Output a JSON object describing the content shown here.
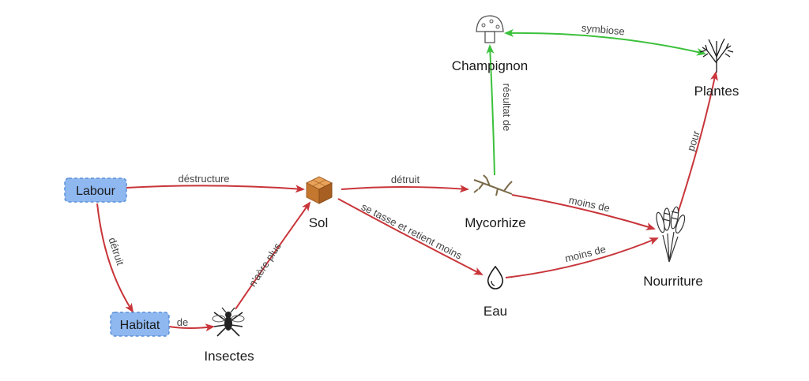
{
  "colors": {
    "relation": "#c8353a",
    "symbiosis": "#3cc13c",
    "box_fill": "#8fb8f0",
    "box_stroke": "#5a8fd8"
  },
  "nodes": {
    "labour": {
      "label": "Labour"
    },
    "habitat": {
      "label": "Habitat"
    },
    "insectes": {
      "label": "Insectes",
      "icon": "insect-icon"
    },
    "sol": {
      "label": "Sol",
      "icon": "soil-block-icon"
    },
    "mycorhize": {
      "label": "Mycorhize",
      "icon": "root-branch-icon"
    },
    "champignon": {
      "label": "Champignon",
      "icon": "mushroom-icon"
    },
    "eau": {
      "label": "Eau",
      "icon": "water-drop-icon"
    },
    "nourriture": {
      "label": "Nourriture",
      "icon": "wheat-icon"
    },
    "plantes": {
      "label": "Plantes",
      "icon": "tree-icon"
    }
  },
  "edges": {
    "labour_sol": {
      "label": "déstructure"
    },
    "labour_habitat": {
      "label": "détruit"
    },
    "habitat_insectes": {
      "label": "de"
    },
    "insectes_sol": {
      "label": "n'aère plus"
    },
    "sol_mycorhize": {
      "label": "détruit"
    },
    "sol_eau": {
      "label": "se tasse et retient moins"
    },
    "mycorhize_champignon": {
      "label": "résultat de"
    },
    "champignon_plantes": {
      "label": "symbiose"
    },
    "mycorhize_nourriture": {
      "label": "moins de"
    },
    "eau_nourriture": {
      "label": "moins de"
    },
    "nourriture_plantes": {
      "label": "pour"
    }
  }
}
